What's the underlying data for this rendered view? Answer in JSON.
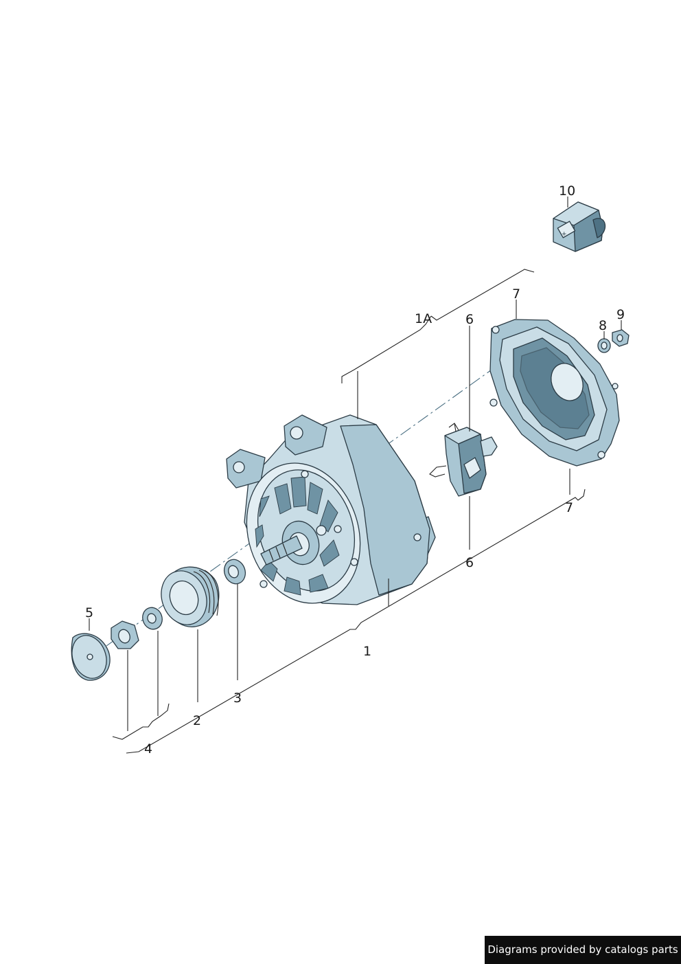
{
  "callouts": {
    "c1": "1",
    "c1a": "1A",
    "c2": "2",
    "c3": "3",
    "c4": "4",
    "c5": "5",
    "c6_top": "6",
    "c6_bottom": "6",
    "c7_top": "7",
    "c7_bottom": "7",
    "c8": "8",
    "c9": "9",
    "c10": "10"
  },
  "credit": "Diagrams provided by catalogs parts"
}
